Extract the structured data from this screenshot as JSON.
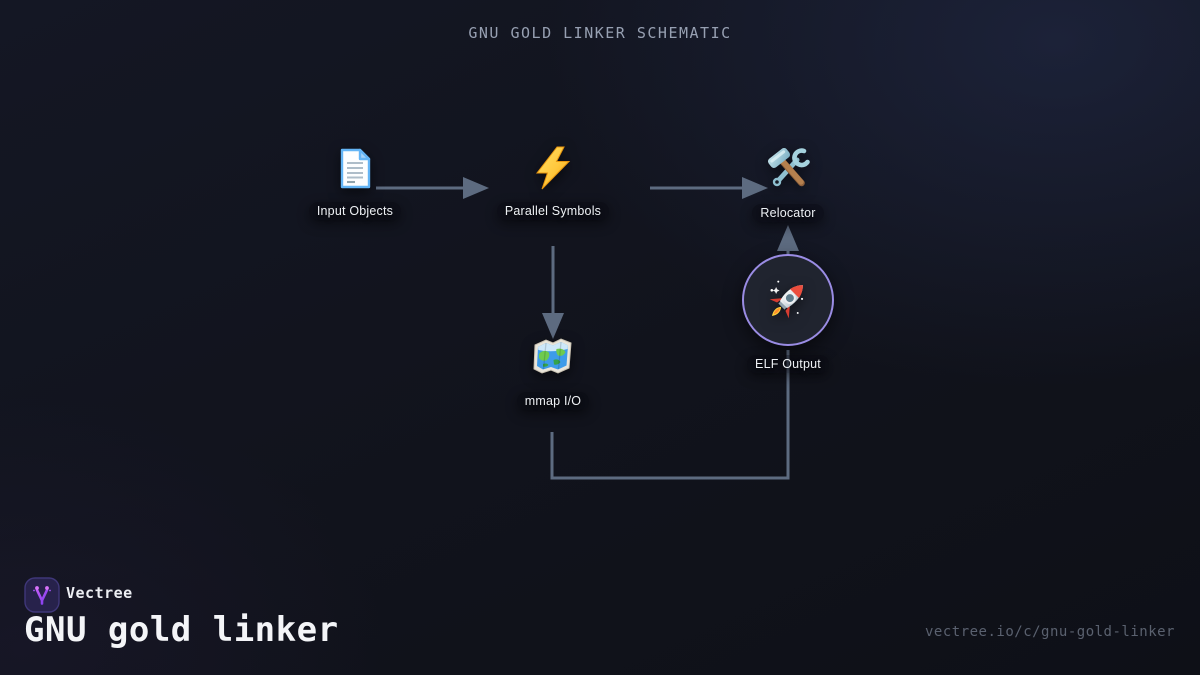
{
  "title": "GNU GOLD LINKER SCHEMATIC",
  "diagram": {
    "nodes": [
      {
        "id": "input-objects",
        "label": "Input Objects",
        "icon": "document-icon"
      },
      {
        "id": "parallel-symbols",
        "label": "Parallel Symbols",
        "icon": "lightning-icon"
      },
      {
        "id": "relocator",
        "label": "Relocator",
        "icon": "hammer-wrench-icon"
      },
      {
        "id": "mmap-io",
        "label": "mmap I/O",
        "icon": "world-map-icon"
      },
      {
        "id": "elf-output",
        "label": "ELF Output",
        "icon": "rocket-icon",
        "highlighted": true,
        "highlight_ring_color": "#9a8ce4"
      }
    ],
    "edges": [
      {
        "from": "input-objects",
        "to": "parallel-symbols",
        "shape": "straight-right",
        "arrowhead": true
      },
      {
        "from": "parallel-symbols",
        "to": "relocator",
        "shape": "straight-right",
        "arrowhead": true
      },
      {
        "from": "parallel-symbols",
        "to": "mmap-io",
        "shape": "straight-down",
        "arrowhead": true
      },
      {
        "from": "mmap-io",
        "to": "elf-output",
        "shape": "orthogonal-down-right-up",
        "arrowhead": false
      },
      {
        "from": "elf-output",
        "to": "relocator",
        "shape": "straight-up",
        "arrowhead": true
      }
    ]
  },
  "footer": {
    "brand": "Vectree",
    "logo_icon": "vectree-logo-icon",
    "page_title": "GNU gold linker",
    "url": "vectree.io/c/gnu-gold-linker"
  },
  "colors": {
    "background": "#11131c",
    "edge": "#5d6b80",
    "node_label": "#eef1f5",
    "highlight_ring": "#9a8ce4",
    "schematic_title": "#97a0b2",
    "footer_url": "#5a616f",
    "logo_background": "#27224b",
    "logo_accent": "#b45cf0"
  }
}
